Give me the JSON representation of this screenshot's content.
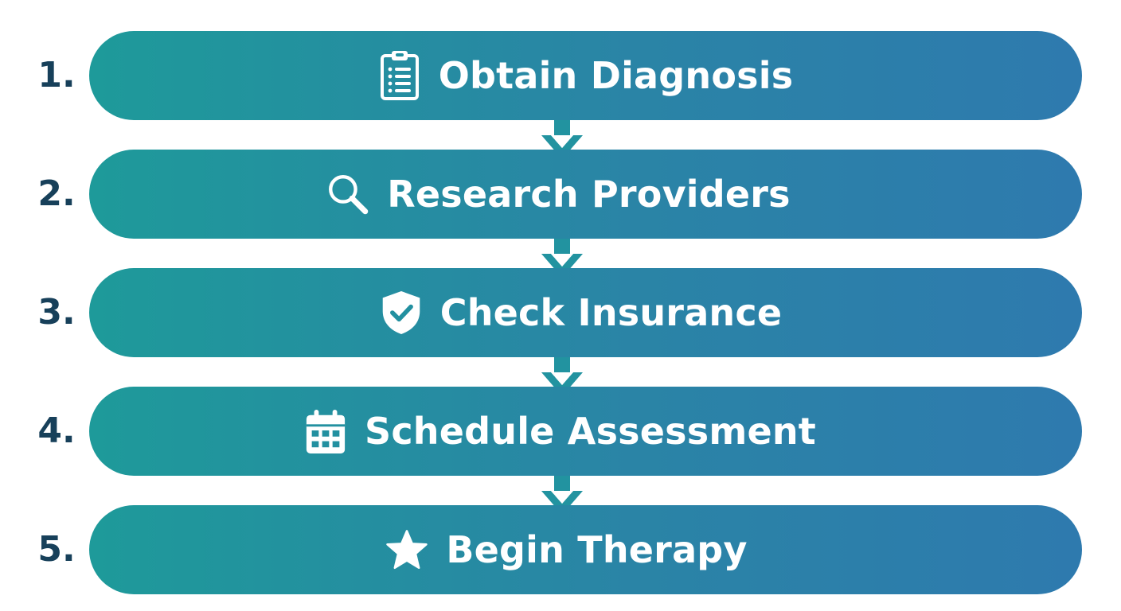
{
  "colors": {
    "number_text": "#17405a",
    "pill_gradient_start": "#1e9a9a",
    "pill_gradient_end": "#2e7aae",
    "label_text": "#ffffff",
    "arrow": "#2293a0"
  },
  "steps": [
    {
      "number": "1.",
      "label": "Obtain Diagnosis",
      "icon": "clipboard-icon"
    },
    {
      "number": "2.",
      "label": "Research Providers",
      "icon": "magnifying-glass-icon"
    },
    {
      "number": "3.",
      "label": "Check Insurance",
      "icon": "shield-check-icon"
    },
    {
      "number": "4.",
      "label": "Schedule Assessment",
      "icon": "calendar-icon"
    },
    {
      "number": "5.",
      "label": "Begin Therapy",
      "icon": "star-icon"
    }
  ]
}
